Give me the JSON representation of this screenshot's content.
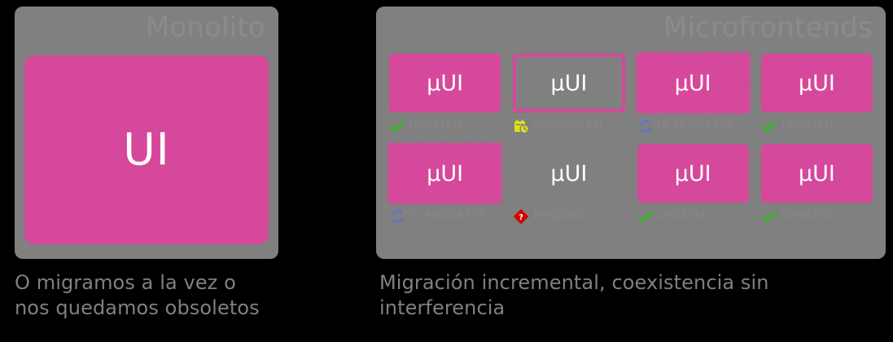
{
  "left_panel": {
    "title": "Monolito",
    "block_label": "UI",
    "caption_line1": "O migramos a la vez o",
    "caption_line2": "nos quedamos obsoletos"
  },
  "right_panel": {
    "title": "Microfrontends",
    "caption_line1": "Migración incremental, coexistencia sin",
    "caption_line2": "interferencia",
    "cells": [
      {
        "label": "μUI",
        "variant": "solid",
        "icon": "check-icon",
        "icon_color": "#33bb22",
        "status": "UPDATED"
      },
      {
        "label": "μUI",
        "variant": "outline",
        "icon": "calendar-clock-icon",
        "icon_color": "#e0e01a",
        "status": "SCHEDULED"
      },
      {
        "label": "μUI",
        "variant": "dashed",
        "icon": "sync-icon",
        "icon_color": "#5b6ee0",
        "status": "IN PROGRESS"
      },
      {
        "label": "μUI",
        "variant": "solid",
        "icon": "check-icon",
        "icon_color": "#33bb22",
        "status": "UPDATED"
      },
      {
        "label": "μUI",
        "variant": "dashed",
        "icon": "sync-icon",
        "icon_color": "#5b6ee0",
        "status": "IN PROGRESS"
      },
      {
        "label": "μUI",
        "variant": "plain",
        "icon": "question-diamond-icon",
        "icon_color": "#d40000",
        "status": "PENDING"
      },
      {
        "label": "μUI",
        "variant": "solid",
        "icon": "check-icon",
        "icon_color": "#33bb22",
        "status": "UPDATED"
      },
      {
        "label": "μUI",
        "variant": "solid",
        "icon": "check-icon",
        "icon_color": "#33bb22",
        "status": "UPDATED"
      }
    ]
  },
  "colors": {
    "background": "#000000",
    "panel": "#808080",
    "accent_pink": "#D6489B",
    "panel_title": "#8b8b8b",
    "caption": "#808080",
    "status_text": "#878787",
    "box_text": "#ffffff"
  }
}
